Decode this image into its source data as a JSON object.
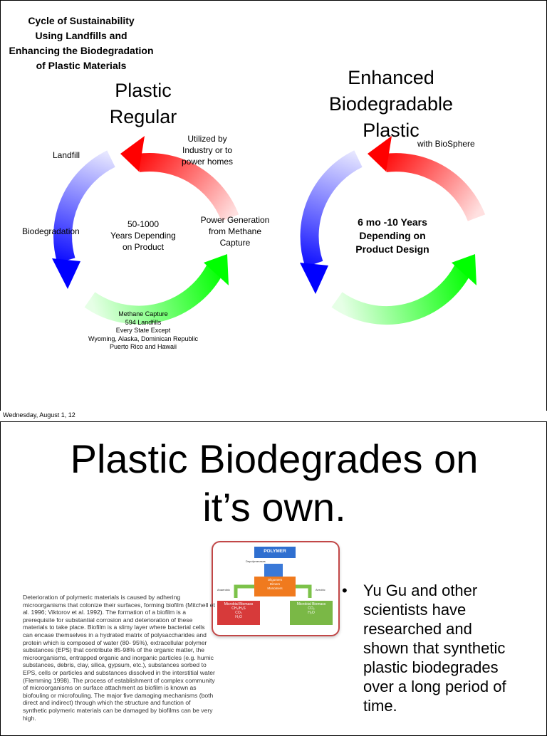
{
  "slide1": {
    "title_lines": [
      "Cycle of Sustainability",
      "Using Landfills and",
      "Enhancing the Biodegradation",
      "of Plastic Materials"
    ],
    "left_cycle": {
      "heading_lines": [
        "Plastic",
        "Regular"
      ],
      "landfill": "Landfill",
      "utilized_lines": [
        "Utilized by",
        "Industry or to",
        "power homes"
      ],
      "biodegradation": "Biodegradation",
      "center_lines": [
        "50-1000",
        "Years Depending",
        "on Product"
      ],
      "power_lines": [
        "Power Generation",
        "from Methane",
        "Capture"
      ],
      "methane_lines": [
        "Methane Capture",
        "594 Landfills",
        "Every State Except",
        "Wyoming, Alaska, Dominican Republic",
        "Puerto Rico and Hawaii"
      ]
    },
    "right_cycle": {
      "heading_lines": [
        "Enhanced",
        "Biodegradable",
        "Plastic"
      ],
      "biosphere": "with BioSphere",
      "center_lines": [
        "6 mo -10 Years",
        "Depending on",
        "Product Design"
      ]
    },
    "colors": {
      "red": "#ff1a1a",
      "green": "#1aff1a",
      "blue": "#1a1aff"
    }
  },
  "footer": {
    "date": "Wednesday, August 1, 12"
  },
  "slide2": {
    "title_lines": [
      "Plastic Biodegrades on",
      "it’s own."
    ],
    "figure": {
      "polymer": "POLYMER",
      "depolymerases": "Depolymerases",
      "oligomers_lines": [
        "Oligomers",
        "Dimers",
        "Monomers"
      ],
      "anaerobic": "Anaerobic",
      "aerobic": "Aerobic",
      "left_box_lines": [
        "Microbial Biomass",
        "CH₄/H₂S",
        "CO₂",
        "H₂O"
      ],
      "right_box_lines": [
        "Microbial Biomass",
        "CO₂",
        "H₂O"
      ]
    },
    "abstract": "Deterioration of polymeric materials is caused by adhering microorganisms that colonize their surfaces, forming biofilm (Mitchell et al. 1996; Viktorov et al. 1992). The formation of a biofilm is a prerequisite for substantial corrosion and deterioration of these materials to take place. Biofilm is a slimy layer where bacterial cells can encase themselves in a hydrated matrix of polysaccharides and protein which is composed of water (80- 95%), extracellular polymer substances (EPS) that contribute 85-98% of the organic matter, the microorganisms, entrapped organic and inorganic particles (e.g. humic substances, debris, clay, silica, gypsum, etc.), substances sorbed to EPS, cells or particles and substances dissolved in the interstitial water (Flemming 1998). The process of establishment of complex community of microorganisms on surface attachment as biofilm is known as biofouling or microfouling. The major five damaging mechanisms (both direct and indirect) through which the structure and function of synthetic polymeric materials can be damaged by biofilms can be very high.",
    "bullet_text": "Yu Gu and other scientists have researched and shown that synthetic plastic biodegrades over a long period of time."
  }
}
